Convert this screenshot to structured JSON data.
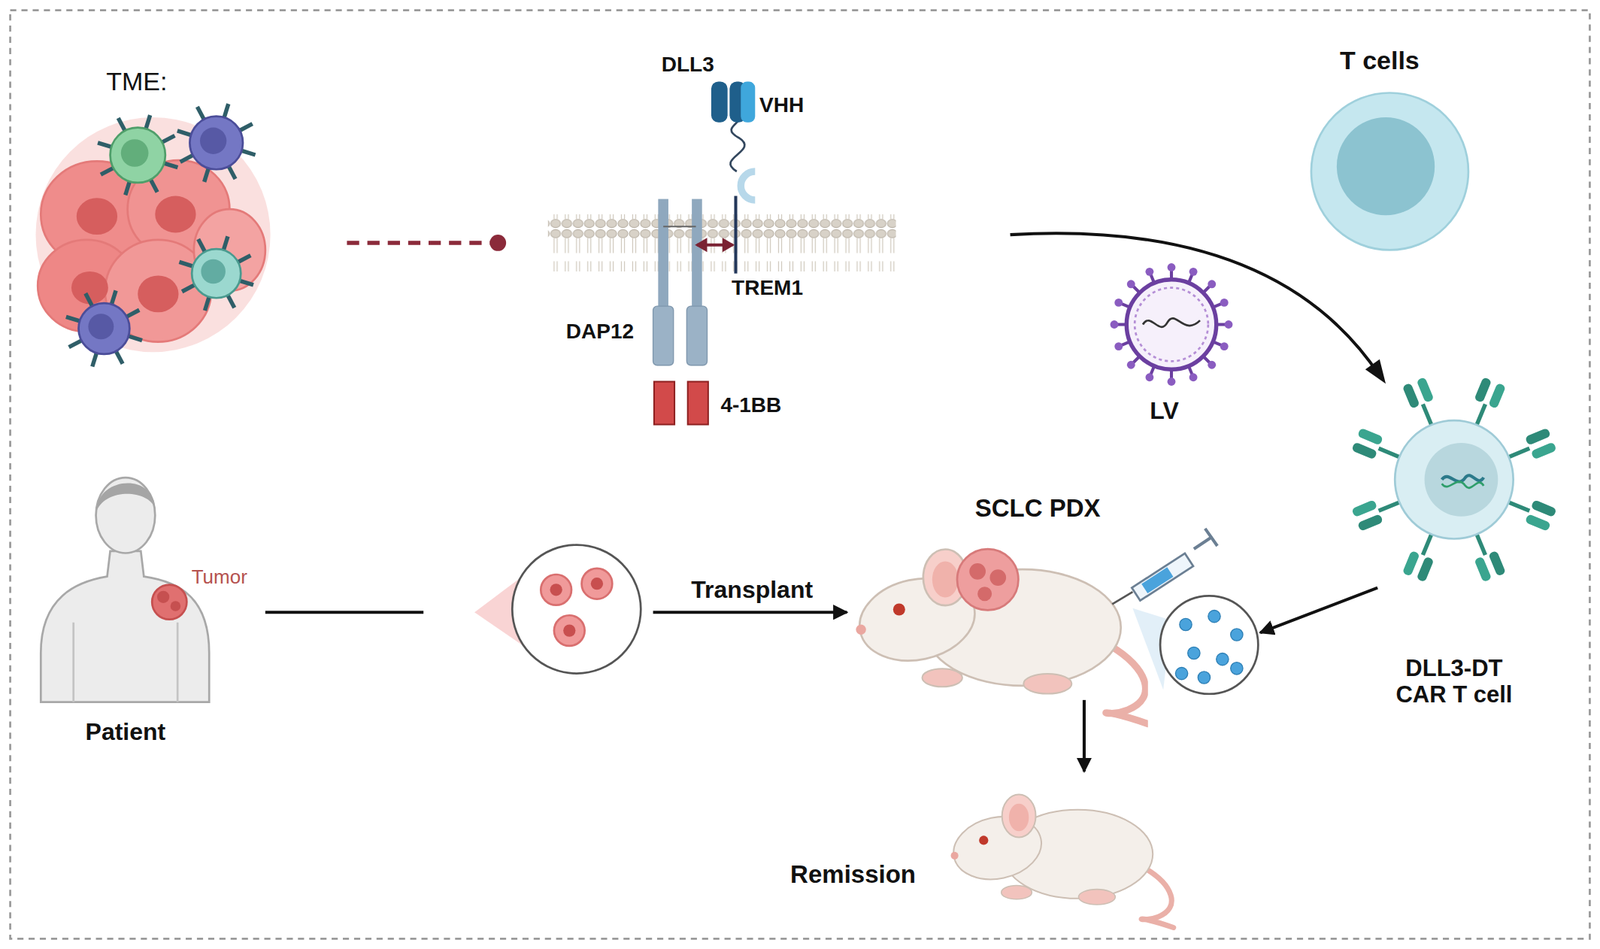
{
  "diagram": {
    "nodes": [
      {
        "text": [
          "T cells"
        ]
      },
      {
        "text": [
          "DLL3-DT CAR T cell"
        ]
      },
      {
        "text": [
          "Tumor",
          "Patient"
        ]
      },
      {
        "text": [
          "SCLC PDX"
        ]
      },
      {
        "text": [
          "Remission"
        ]
      }
    ],
    "edges": [
      {
        "from": 2,
        "to": 3,
        "arrow": "to",
        "label": "Transplant"
      },
      {
        "from": 1,
        "to": 3,
        "arrow": "to"
      },
      {
        "from": 3,
        "to": 4,
        "arrow": "to"
      }
    ],
    "labels": [
      "TME:",
      "DLL3",
      "VHH",
      "TREM1",
      "DAP12",
      "4-1BB",
      "LV"
    ]
  }
}
